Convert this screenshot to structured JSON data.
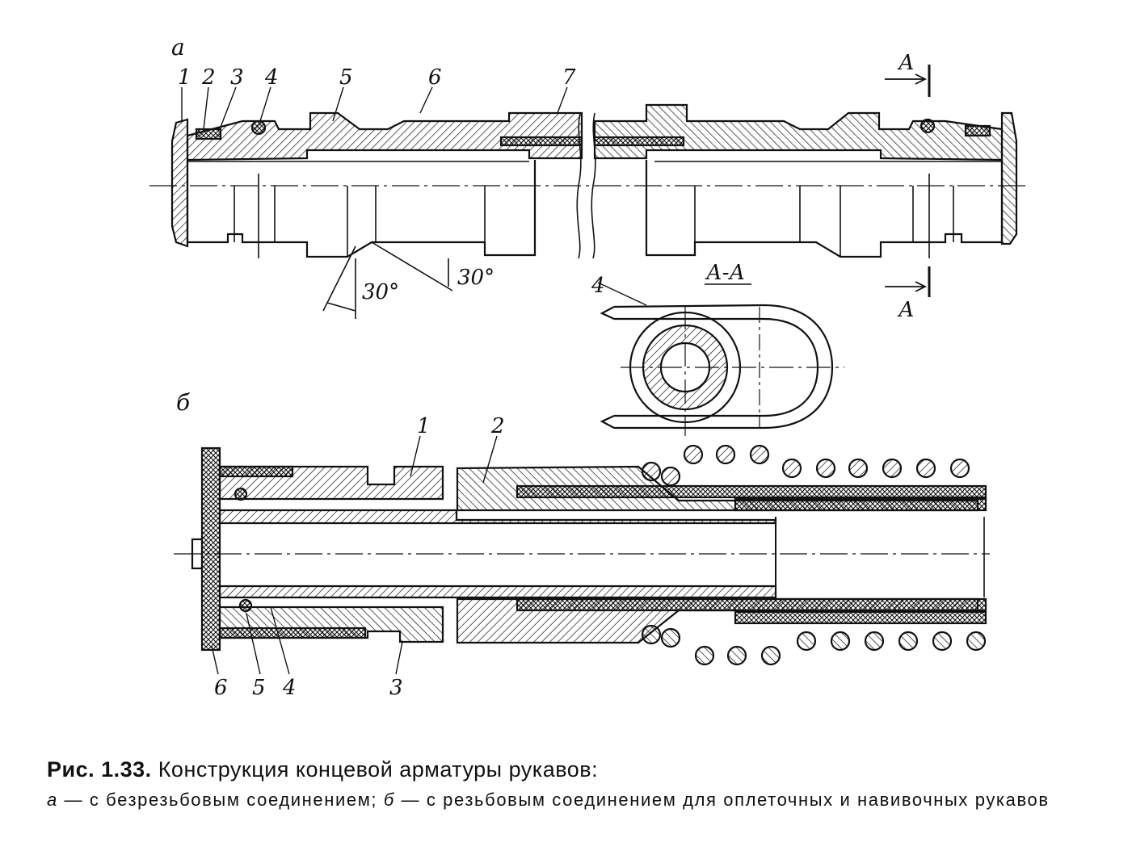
{
  "view_a": {
    "letter": "а",
    "part_labels": [
      "1",
      "2",
      "3",
      "4",
      "5",
      "6",
      "7"
    ],
    "section_mark": "А",
    "section_title": "А-А",
    "section_part_label": "4",
    "angle_left": "30°",
    "angle_right": "30°"
  },
  "view_b": {
    "letter": "б",
    "part_labels_top": [
      "1",
      "2"
    ],
    "part_labels_bottom": [
      "6",
      "5",
      "4",
      "3"
    ]
  },
  "caption": {
    "number": "Рис. 1.33.",
    "title": "Конструкция концевой арматуры рукавов:",
    "a_letter": "а",
    "a_text": " — с безрезьбовым соединением; ",
    "b_letter": "б",
    "b_text": " — с резьбовым соединением для оплеточных и навивочных рукавов"
  }
}
